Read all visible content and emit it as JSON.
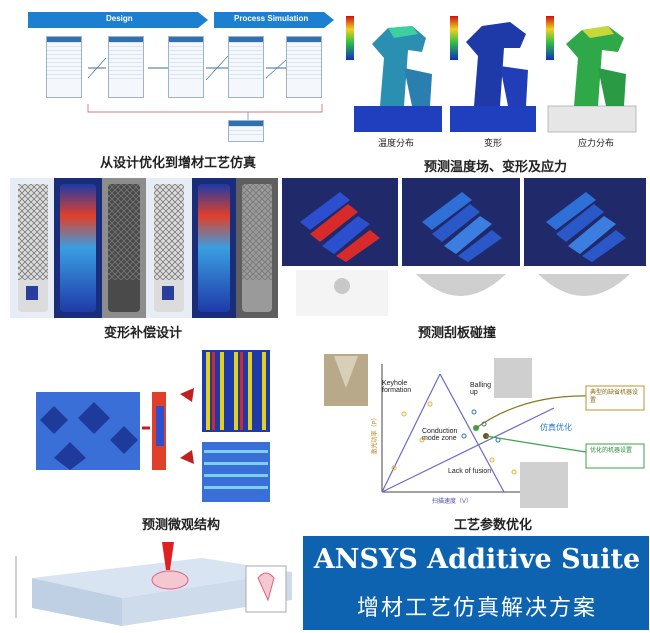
{
  "top_left": {
    "arrow_design": "Design",
    "arrow_process": "Process Simulation",
    "caption": "从设计优化到增材工艺仿真"
  },
  "top_right": {
    "labels": [
      "温度分布",
      "变形",
      "应力分布"
    ],
    "caption": "预测温度场、变形及应力"
  },
  "row2": {
    "left_caption": "变形补偿设计",
    "right_caption": "预测刮板碰撞"
  },
  "row3": {
    "left_caption": "预测微观结构",
    "right_caption": "工艺参数优化",
    "process_map": {
      "keyhole": "Keyhole\nformation",
      "balling": "Balling\nup",
      "conduction": "Conduction\nmode zone",
      "lack": "Lack of fusion",
      "x_axis": "扫描速度（V）",
      "y_axis": "激光功率（P）",
      "callout_typical": "典型的缺省机器设置",
      "callout_opt_label": "仿真优化",
      "callout_optimized": "优化的机器设置"
    }
  },
  "banner": {
    "title": "ANSYS Additive Suite",
    "subtitle": "增材工艺仿真解决方案"
  },
  "colors": {
    "blue_arrow": "#1d7fcf",
    "banner": "#0d63b0",
    "model_blue": "#1f3fbf",
    "green": "#3aa34a"
  }
}
